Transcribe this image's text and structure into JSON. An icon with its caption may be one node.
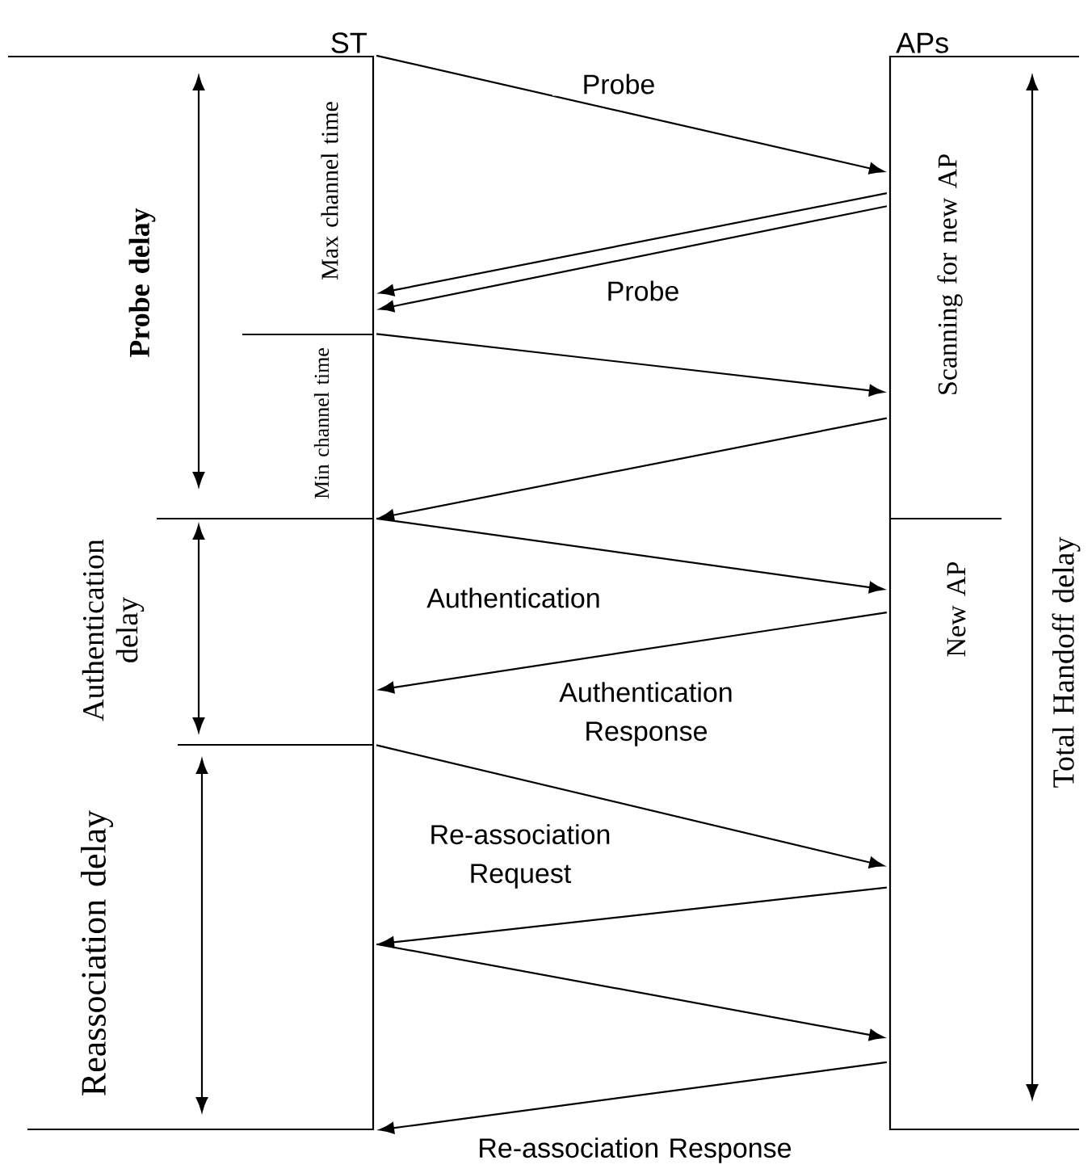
{
  "diagram": {
    "nodes": [
      {
        "text": [
          "ST"
        ]
      },
      {
        "text": [
          "APs"
        ]
      }
    ],
    "edges": [
      {
        "from": 0,
        "to": 1,
        "arrow": "to",
        "label": "Probe"
      },
      {
        "from": 1,
        "to": 0,
        "arrow": "to"
      },
      {
        "from": 1,
        "to": 0,
        "arrow": "to",
        "label": "Probe"
      },
      {
        "from": 0,
        "to": 1,
        "arrow": "to"
      },
      {
        "from": 1,
        "to": 0,
        "arrow": "to"
      },
      {
        "from": 0,
        "to": 1,
        "arrow": "to",
        "label": "Authentication"
      },
      {
        "from": 1,
        "to": 0,
        "arrow": "to",
        "label": "Authentication Response"
      },
      {
        "from": 0,
        "to": 1,
        "arrow": "to",
        "label": "Re-association Request"
      },
      {
        "from": 1,
        "to": 0,
        "arrow": "to"
      },
      {
        "from": 0,
        "to": 1,
        "arrow": "to"
      },
      {
        "from": 1,
        "to": 0,
        "arrow": "to",
        "label": "Re-association Response"
      }
    ],
    "labels": [
      "Probe delay",
      "Max channel time",
      "Min channel time",
      "Scanning for new AP",
      "Total Handoff delay",
      "Authentication delay",
      "New AP",
      "Reassociation delay"
    ]
  }
}
